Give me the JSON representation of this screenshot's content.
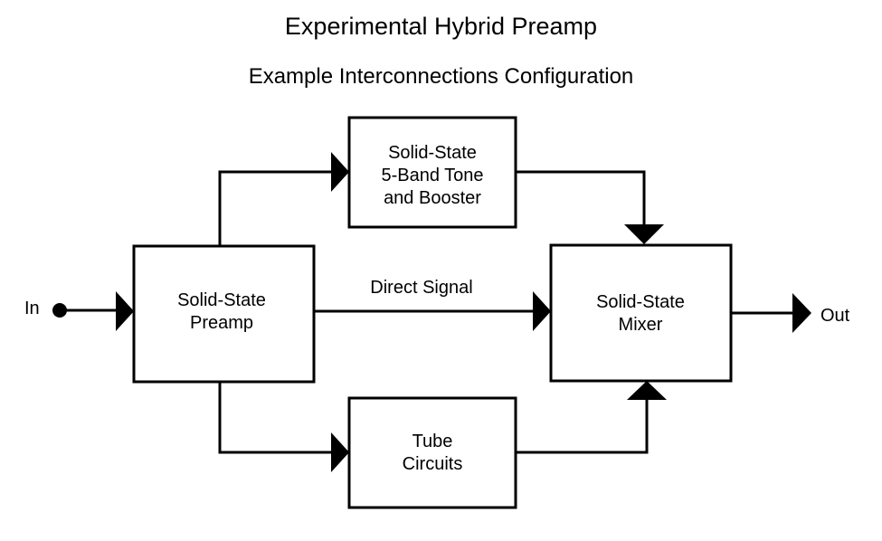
{
  "title": "Experimental Hybrid Preamp",
  "subtitle": "Example Interconnections Configuration",
  "blocks": {
    "preamp": {
      "lines": [
        "Solid-State",
        "Preamp"
      ]
    },
    "tone": {
      "lines": [
        "Solid-State",
        "5-Band Tone",
        "and Booster"
      ]
    },
    "mixer": {
      "lines": [
        "Solid-State",
        "Mixer"
      ]
    },
    "tube": {
      "lines": [
        "Tube",
        "Circuits"
      ]
    }
  },
  "labels": {
    "input": "In",
    "output": "Out",
    "direct": "Direct Signal"
  },
  "colors": {
    "line": "#000000",
    "background": "#ffffff"
  }
}
